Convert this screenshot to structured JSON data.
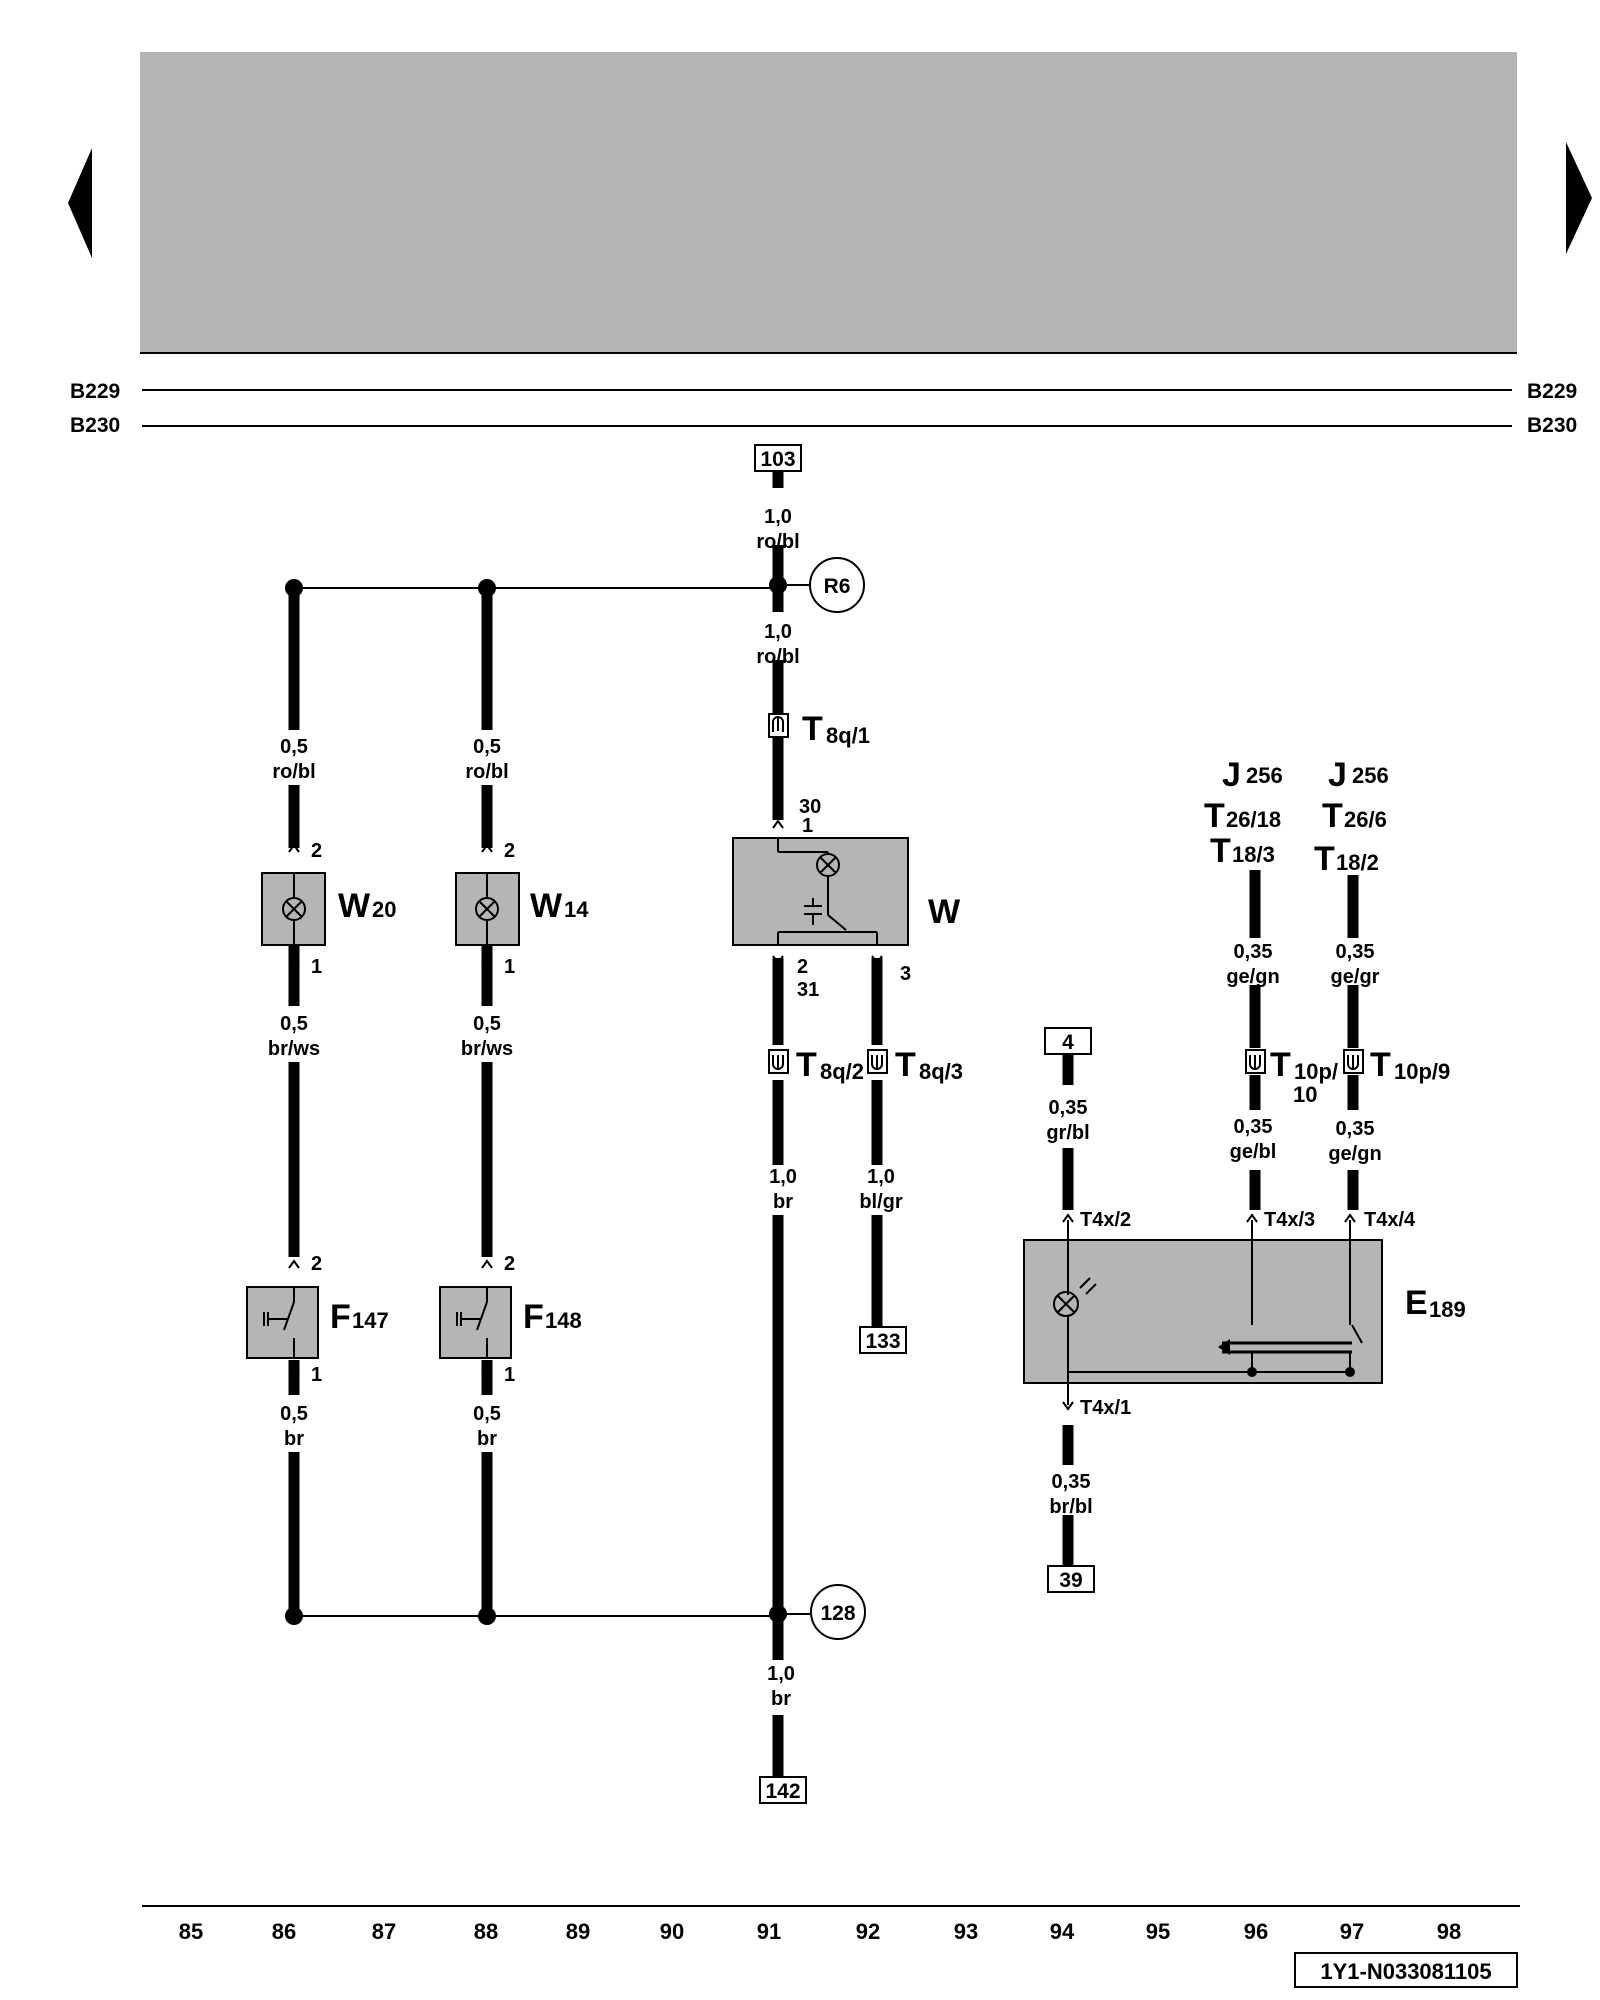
{
  "nav": {
    "prev": "previous-page",
    "next": "next-page"
  },
  "rails": {
    "top": "B229",
    "bottom": "B230"
  },
  "refs": {
    "r103": "103",
    "r133": "133",
    "r142": "142",
    "r4": "4",
    "r39": "39"
  },
  "nodes": {
    "r6": "R6",
    "n128": "128"
  },
  "wires": {
    "a_size": "1,0",
    "a_color": "ro/bl",
    "b_size": "1,0",
    "b_color": "ro/bl",
    "c_size": "0,5",
    "c_color": "ro/bl",
    "d_size": "0,5",
    "d_color": "ro/bl",
    "e_size": "0,5",
    "e_color": "br/ws",
    "f_size": "0,5",
    "f_color": "br/ws",
    "g_size": "0,5",
    "g_color": "br",
    "h_size": "0,5",
    "h_color": "br",
    "i_size": "1,0",
    "i_color": "br",
    "j_size": "1,0",
    "j_color": "bl/gr",
    "k_size": "1,0",
    "k_color": "br",
    "l_size": "0,35",
    "l_color": "gr/bl",
    "m_size": "0,35",
    "m_color": "ge/gn",
    "n_size": "0,35",
    "n_color": "ge/gr",
    "o_size": "0,35",
    "o_color": "ge/bl",
    "p_size": "0,35",
    "p_color": "ge/gn",
    "q_size": "0,35",
    "q_color": "br/bl"
  },
  "components": {
    "w20": {
      "letter": "W",
      "num": "20"
    },
    "w14": {
      "letter": "W",
      "num": "14"
    },
    "w": {
      "letter": "W"
    },
    "f147": {
      "letter": "F",
      "num": "147"
    },
    "f148": {
      "letter": "F",
      "num": "148"
    },
    "e189": {
      "letter": "E",
      "num": "189"
    }
  },
  "connectors": {
    "t8q1": {
      "letter": "T",
      "sub": "8q/1"
    },
    "t8q2": {
      "letter": "T",
      "sub": "8q/2"
    },
    "t8q3": {
      "letter": "T",
      "sub": "8q/3"
    },
    "t10p10": {
      "letter": "T",
      "sub": "10p/",
      "extra": "10"
    },
    "t10p9": {
      "letter": "T",
      "sub": "10p/9"
    },
    "j256a": {
      "letter": "J",
      "sub": "256"
    },
    "j256b": {
      "letter": "J",
      "sub": "256"
    },
    "t2618": {
      "letter": "T",
      "sub": "26/18"
    },
    "t266": {
      "letter": "T",
      "sub": "26/6"
    },
    "t183": {
      "letter": "T",
      "sub": "18/3"
    },
    "t182": {
      "letter": "T",
      "sub": "18/2"
    }
  },
  "pins": {
    "w20_top": "2",
    "w20_bot": "1",
    "w14_top": "2",
    "w14_bot": "1",
    "f147_top": "2",
    "f147_bot": "1",
    "f148_top": "2",
    "f148_bot": "1",
    "w_30": "30",
    "w_1": "1",
    "w_2": "2",
    "w_31": "31",
    "w_3": "3",
    "t4x2": "T4x/2",
    "t4x3": "T4x/3",
    "t4x4": "T4x/4",
    "t4x1": "T4x/1"
  },
  "columns": [
    "85",
    "86",
    "87",
    "88",
    "89",
    "90",
    "91",
    "92",
    "93",
    "94",
    "95",
    "96",
    "97",
    "98"
  ],
  "doc_id": "1Y1-N033081105"
}
